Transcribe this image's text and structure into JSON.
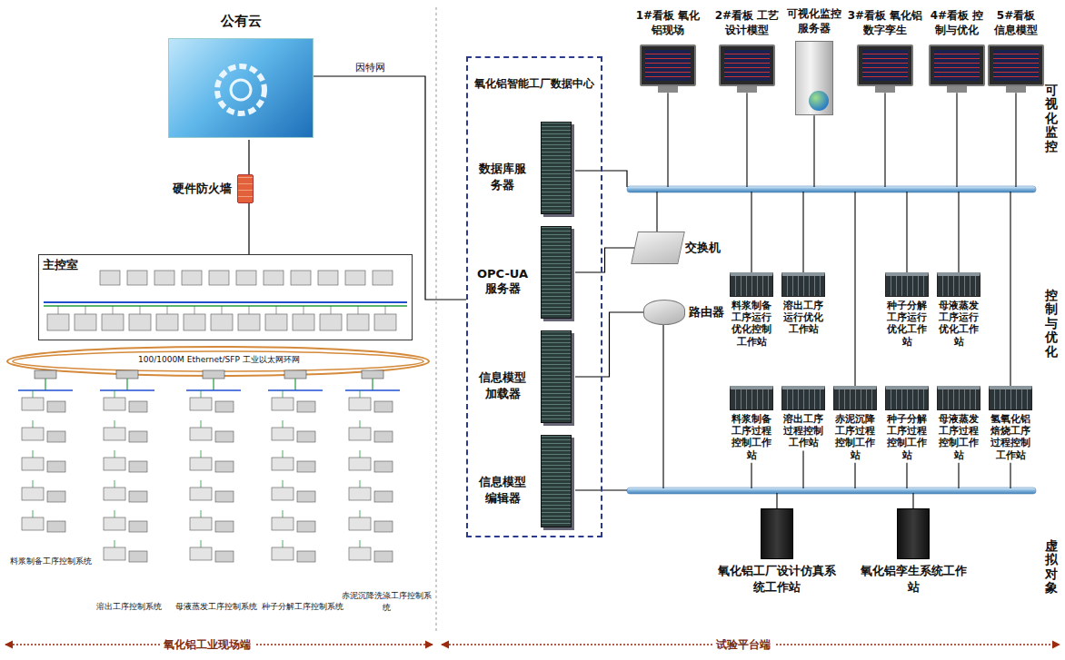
{
  "diagram": {
    "nodes": [
      {
        "text": [
          "公有云"
        ]
      },
      {
        "text": [
          "硬件防火墙"
        ]
      },
      {
        "text": [
          "主控室"
        ]
      },
      {
        "text": [
          "氧化铝智能工厂数据中心"
        ]
      },
      {
        "text": [
          "数据库服务器"
        ],
        "in": 3
      },
      {
        "text": [
          "OPC-UA 服务器"
        ],
        "in": 3
      },
      {
        "text": [
          "信息模型加载器"
        ],
        "in": 3
      },
      {
        "text": [
          "信息模型编辑器"
        ],
        "in": 3
      },
      {
        "text": [
          "1#看板 氧化铝现场"
        ]
      },
      {
        "text": [
          "2#看板 工艺设计模型"
        ]
      },
      {
        "text": [
          "可视化监控服务器"
        ]
      },
      {
        "text": [
          "3#看板 氧化铝数字孪生"
        ]
      },
      {
        "text": [
          "4#看板 控制与优化"
        ]
      },
      {
        "text": [
          "5#看板 信息模型"
        ]
      },
      {
        "text": [
          "交换机"
        ]
      },
      {
        "text": [
          "路由器"
        ]
      },
      {
        "text": [
          "料浆制备工序运行优化控制工作站"
        ]
      },
      {
        "text": [
          "溶出工序运行优化工作站"
        ]
      },
      {
        "text": [
          "种子分解工序运行优化工作站"
        ]
      },
      {
        "text": [
          "母液蒸发工序运行优化工作站"
        ]
      },
      {
        "text": [
          "料浆制备工序过程控制工作站"
        ]
      },
      {
        "text": [
          "溶出工序过程控制工作站"
        ]
      },
      {
        "text": [
          "赤泥沉降工序过程控制工作站"
        ]
      },
      {
        "text": [
          "种子分解工序过程控制工作站"
        ]
      },
      {
        "text": [
          "母液蒸发工序过程控制工作站"
        ]
      },
      {
        "text": [
          "氢氧化铝焙烧工序过程控制工作站"
        ]
      },
      {
        "text": [
          "氧化铝工厂设计仿真系统工作站"
        ]
      },
      {
        "text": [
          "氧化铝孪生系统工作站"
        ]
      }
    ],
    "edges": [
      {
        "from": 0,
        "to": 1,
        "arrow": "none"
      },
      {
        "from": 1,
        "to": 2,
        "arrow": "none"
      },
      {
        "from": 0,
        "to": 3,
        "label": "因特网",
        "arrow": "none"
      },
      {
        "from": 5,
        "to": 14,
        "arrow": "none"
      },
      {
        "from": 6,
        "to": 15,
        "arrow": "none"
      }
    ],
    "labels": [
      "可视化监控",
      "控制与优化",
      "虚拟对象",
      "氧化铝工业现场端",
      "试验平台端",
      "100/1000M Ethernet/SFP 工业以太网环网",
      "料浆制备工序控制系统",
      "溶出工序控制系统",
      "母液蒸发工序控制系统",
      "种子分解工序控制系统",
      "赤泥沉降洗涤工序控制系统"
    ]
  }
}
